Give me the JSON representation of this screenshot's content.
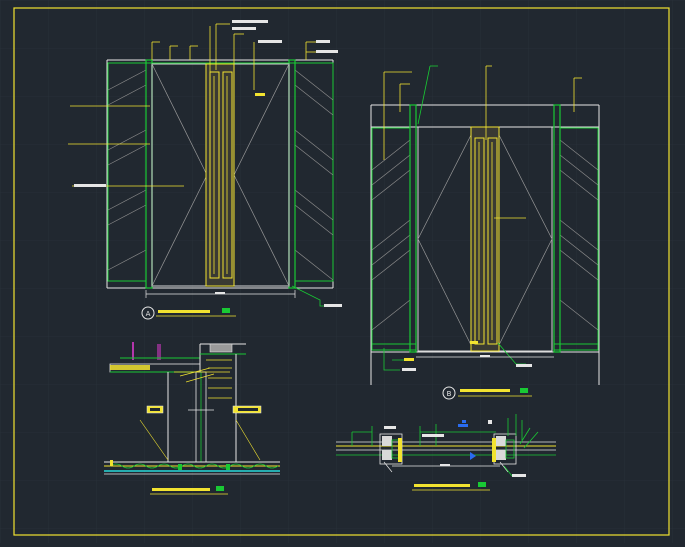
{
  "drawing": {
    "background": "#212830",
    "colors": {
      "frame": "#f2e330",
      "line": "#e6e6e6",
      "green": "#19c934",
      "yellow": "#f2e330",
      "hatch": "#8a8a8a",
      "grid": "#2c343d",
      "magenta": "#e63ad6",
      "blue": "#2a6cf0",
      "cyan": "#29d9d9"
    },
    "view_a": {
      "tag": "A",
      "marker": "section-circle"
    },
    "view_b": {
      "tag": "B",
      "marker": "section-circle"
    }
  }
}
